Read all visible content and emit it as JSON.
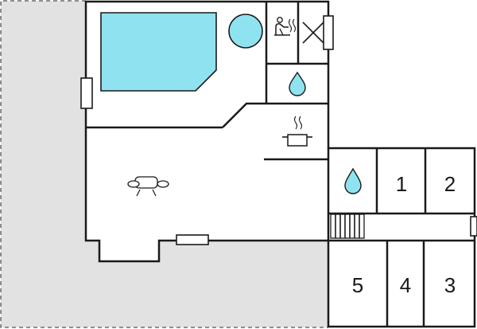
{
  "rooms": {
    "bedroom_1": "1",
    "bedroom_2": "2",
    "bedroom_3": "3",
    "bedroom_4": "4",
    "bedroom_5": "5"
  },
  "icons": {
    "pool": "pool-icon",
    "hot_tub": "hot-tub-icon",
    "sauna": "sauna-icon",
    "shower": "shower-drop-icon",
    "kitchen": "cooking-pot-icon",
    "living": "sofa-icon",
    "stairs": "stairs-icon"
  },
  "colors": {
    "water": "#8fe3f0",
    "terrace": "#e2e2e2",
    "wall": "#1a1a1a"
  }
}
